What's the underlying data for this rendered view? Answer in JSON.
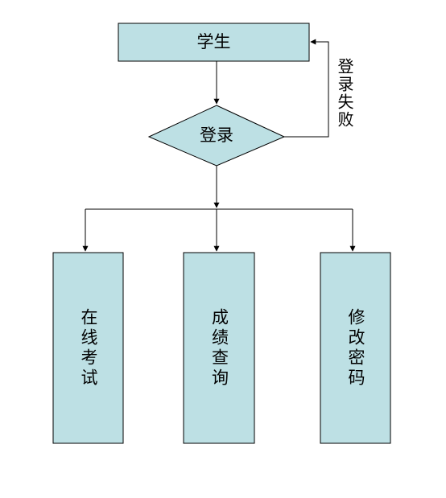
{
  "colors": {
    "fill": "#bde0e4",
    "stroke": "#000000",
    "line": "#000000"
  },
  "nodes": {
    "student": "学生",
    "login": "登录",
    "exam": "在线考试",
    "scores": "成绩查询",
    "password": "修改密码"
  },
  "edges": {
    "login_fail": "登录失败"
  }
}
